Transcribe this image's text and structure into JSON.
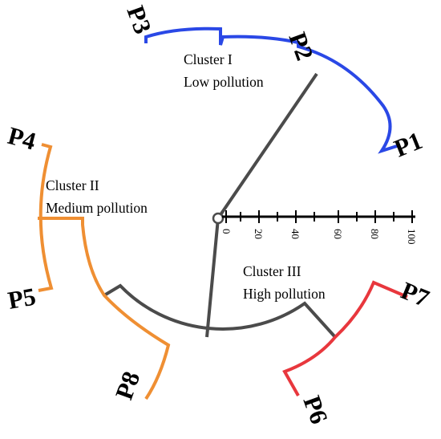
{
  "colors": {
    "cluster_1": "#2a48e6",
    "cluster_2": "#ef8f33",
    "cluster_3": "#e8373d",
    "trunk": "#4b4b4b",
    "axis": "#000000"
  },
  "leaves": {
    "p1": "P1",
    "p2": "P2",
    "p3": "P3",
    "p4": "P4",
    "p5": "P5",
    "p6": "P6",
    "p7": "P7",
    "p8": "P8"
  },
  "clusters": {
    "c1": {
      "title": "Cluster I",
      "desc": "Low pollution"
    },
    "c2": {
      "title": "Cluster II",
      "desc": "Medium pollution"
    },
    "c3": {
      "title": "Cluster III",
      "desc": "High pollution"
    }
  },
  "distance_axis": {
    "ticks": [
      "0",
      "20",
      "40",
      "60",
      "80",
      "100"
    ]
  }
}
